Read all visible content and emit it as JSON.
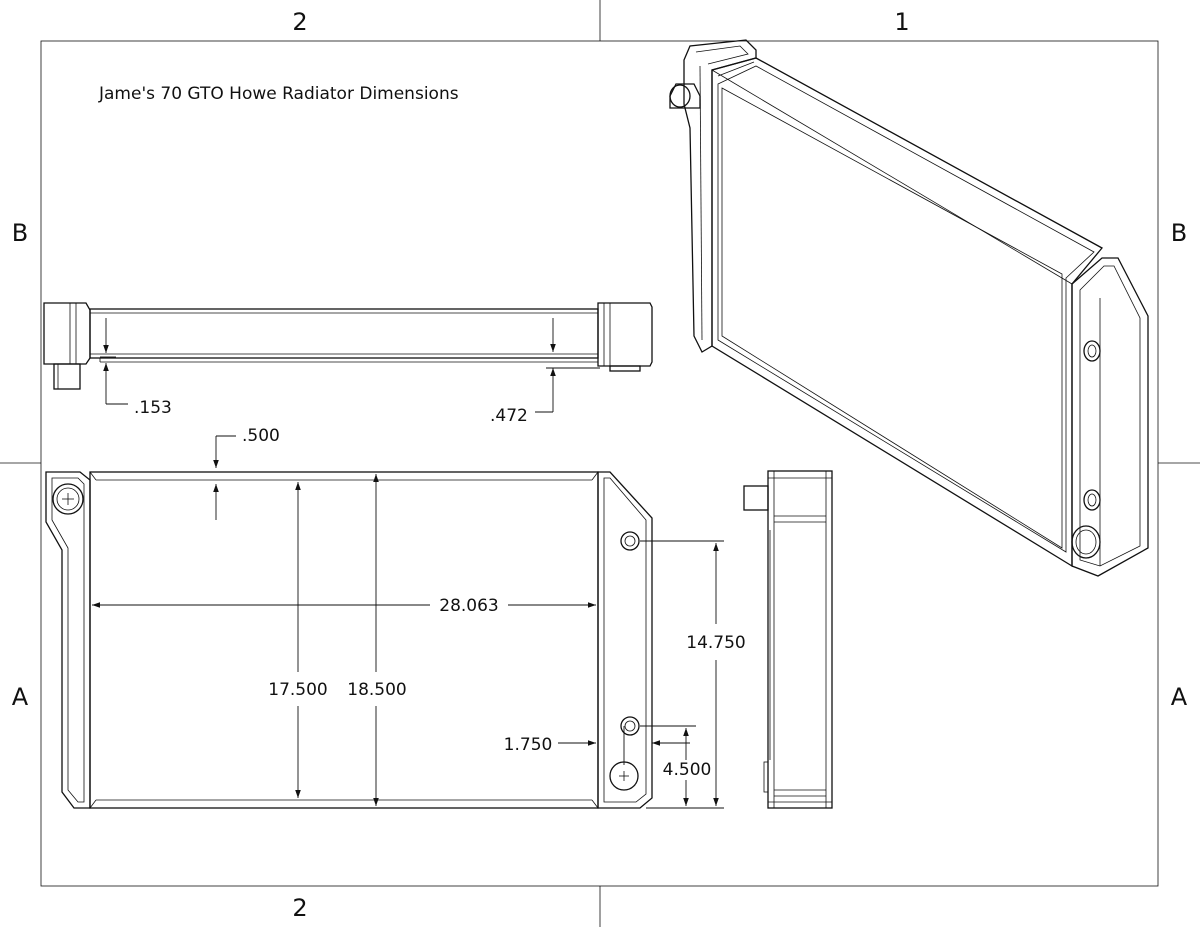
{
  "title": "Jame's 70 GTO Howe Radiator Dimensions",
  "zones": {
    "top_left": "2",
    "top_right": "1",
    "bottom_left": "2",
    "left_upper": "B",
    "left_lower": "A",
    "right_upper": "B",
    "right_lower": "A"
  },
  "dimensions": {
    "d153": ".153",
    "d472": ".472",
    "d500": ".500",
    "d28063": "28.063",
    "d17500": "17.500",
    "d18500": "18.500",
    "d14750": "14.750",
    "d1750": "1.750",
    "d4500": "4.500"
  }
}
